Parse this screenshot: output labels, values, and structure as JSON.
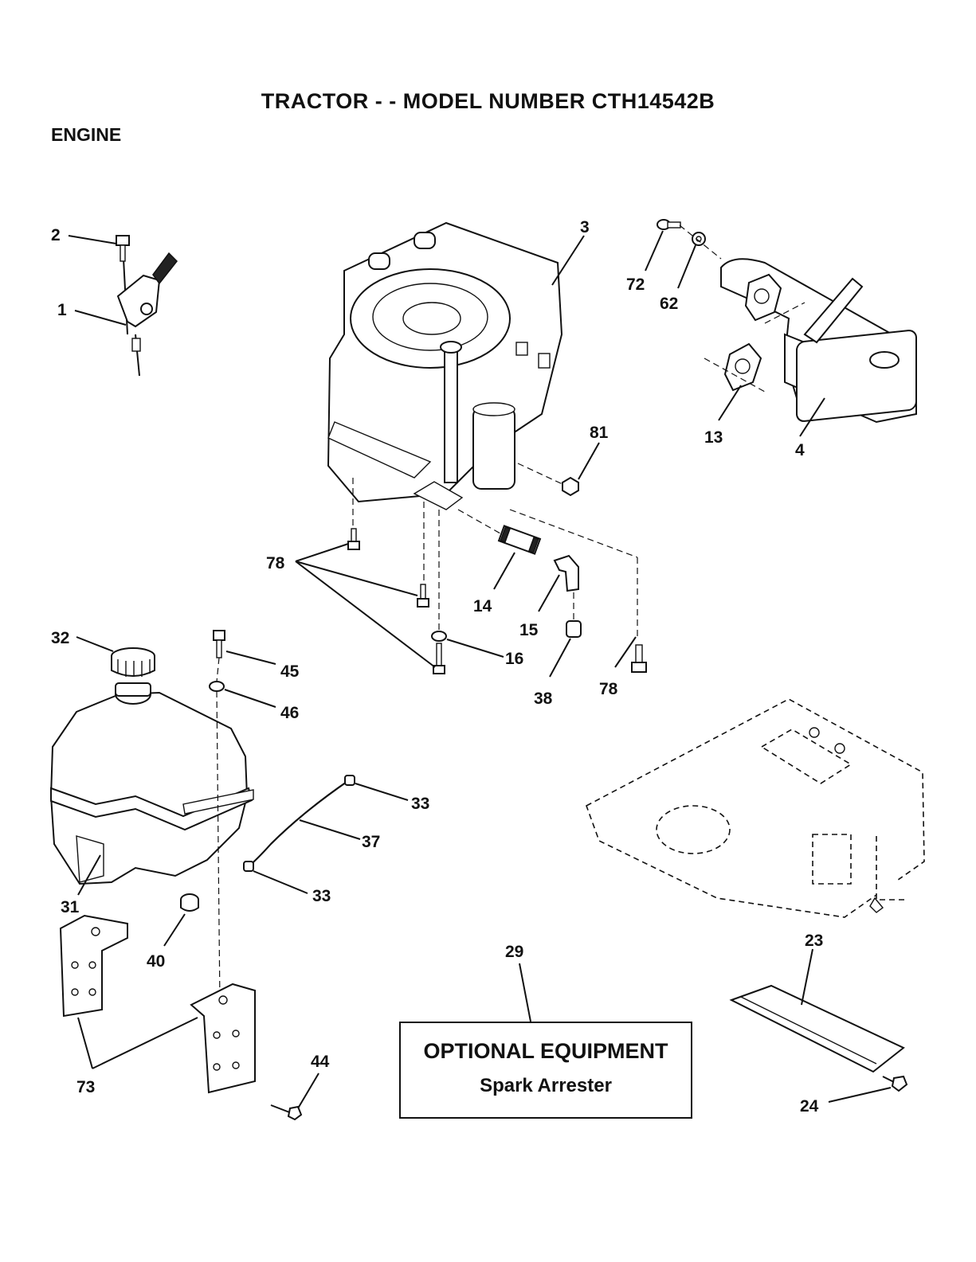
{
  "title": "TRACTOR - - MODEL NUMBER CTH14542B",
  "section": "ENGINE",
  "optional_box": {
    "title": "OPTIONAL EQUIPMENT",
    "subtitle": "Spark Arrester"
  },
  "callouts": {
    "c1": "1",
    "c2": "2",
    "c3": "3",
    "c4": "4",
    "c13": "13",
    "c14": "14",
    "c15": "15",
    "c16": "16",
    "c23": "23",
    "c24": "24",
    "c29": "29",
    "c31": "31",
    "c32": "32",
    "c33a": "33",
    "c33b": "33",
    "c37": "37",
    "c38": "38",
    "c40": "40",
    "c44": "44",
    "c45": "45",
    "c46": "46",
    "c62": "62",
    "c72": "72",
    "c73": "73",
    "c78a": "78",
    "c78b": "78",
    "c81": "81"
  }
}
